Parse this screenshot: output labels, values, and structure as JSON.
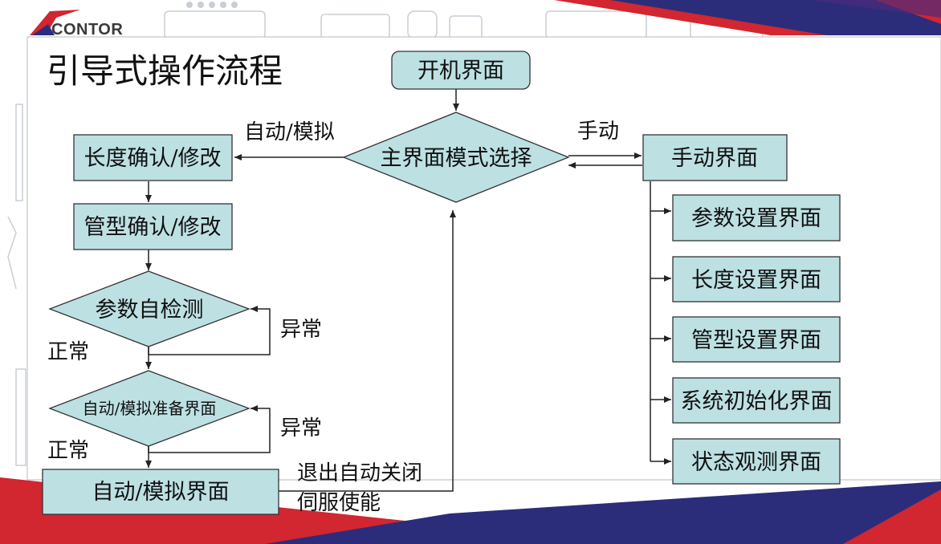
{
  "brand": {
    "logo_text": "CONTOR"
  },
  "title": "引导式操作流程",
  "colors": {
    "node_fill": "#bde0e3",
    "node_stroke": "#333333",
    "accent_red": "#d22630",
    "accent_navy": "#2b2d7a"
  },
  "nodes": {
    "startup": "开机界面",
    "main_mode": "主界面模式选择",
    "length_confirm": "长度确认/修改",
    "tube_confirm": "管型确认/修改",
    "param_selfcheck": "参数自检测",
    "auto_prepare": "自动/模拟准备界面",
    "auto_screen": "自动/模拟界面",
    "manual_screen": "手动界面",
    "param_settings": "参数设置界面",
    "length_settings": "长度设置界面",
    "tube_settings": "管型设置界面",
    "system_init": "系统初始化界面",
    "status_monitor": "状态观测界面"
  },
  "edge_labels": {
    "auto_sim": "自动/模拟",
    "manual": "手动",
    "abnormal_1": "异常",
    "normal_1": "正常",
    "abnormal_2": "异常",
    "normal_2": "正常",
    "exit_line1": "退出自动关闭",
    "exit_line2": "伺服使能"
  }
}
